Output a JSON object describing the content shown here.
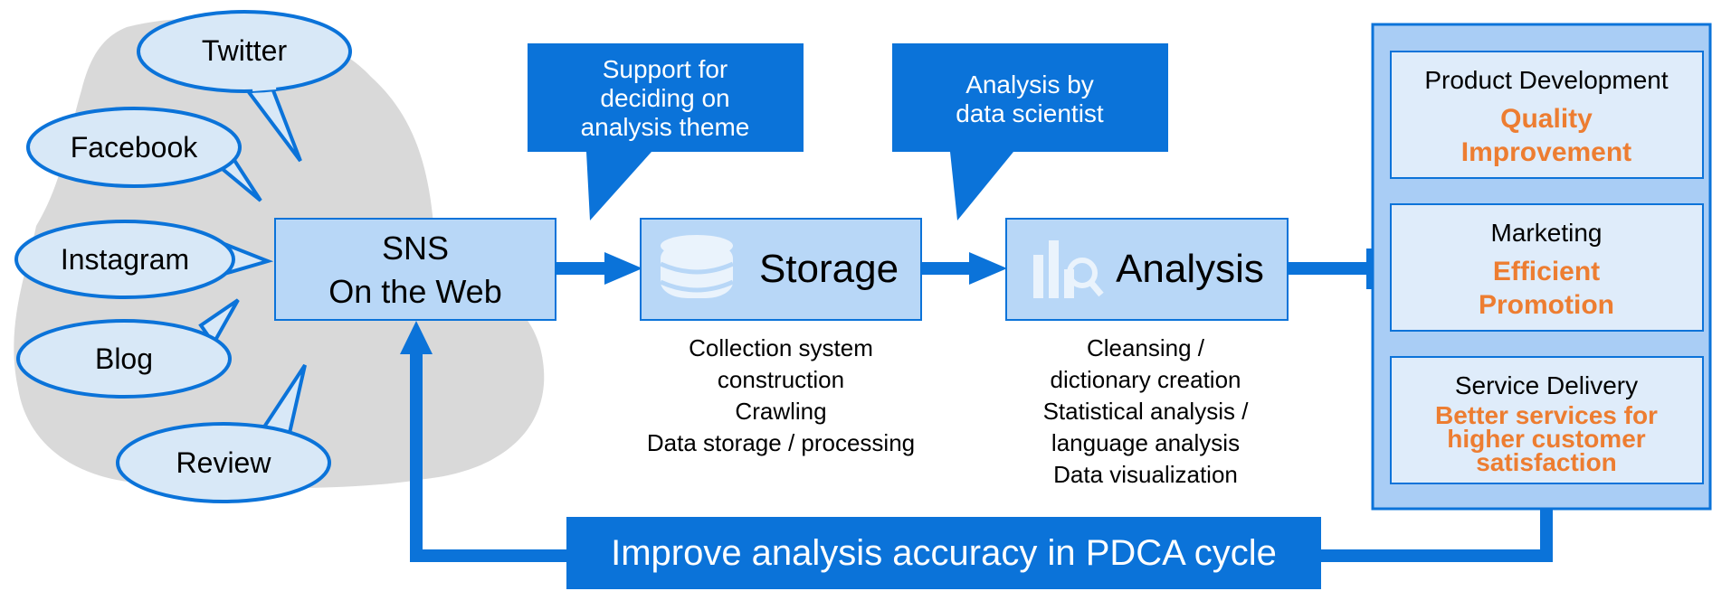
{
  "colors": {
    "blue": "#0b73d9",
    "light_box": "#b8d7f7",
    "panel": "#a9cdf5",
    "card": "#dfecfa",
    "bubble": "#d8e8f7",
    "cloud": "#d9d9d9",
    "orange": "#ed7d31",
    "db_icon": "#eaf3fc"
  },
  "sources": [
    "Twitter",
    "Facebook",
    "Instagram",
    "Blog",
    "Review"
  ],
  "sns_box": {
    "line1": "SNS",
    "line2": "On the Web"
  },
  "callouts": [
    {
      "lines": [
        "Support for",
        "deciding on",
        "analysis theme"
      ]
    },
    {
      "lines": [
        "Analysis by",
        "data scientist"
      ]
    }
  ],
  "storage": {
    "label": "Storage",
    "icon": "database-icon",
    "notes": [
      "Collection system",
      "construction",
      "Crawling",
      "Data storage / processing"
    ]
  },
  "analysis": {
    "label": "Analysis",
    "icon": "chart-magnifier-icon",
    "notes": [
      "Cleansing /",
      "dictionary creation",
      "Statistical analysis /",
      "language analysis",
      "Data visualization"
    ]
  },
  "outcomes": [
    {
      "title": "Product Development",
      "result": [
        "Quality",
        "Improvement"
      ]
    },
    {
      "title": "Marketing",
      "result": [
        "Efficient",
        "Promotion"
      ]
    },
    {
      "title": "Service Delivery",
      "result": [
        "Better services for",
        "higher customer",
        "satisfaction"
      ]
    }
  ],
  "feedback_banner": "Improve analysis accuracy in PDCA cycle"
}
